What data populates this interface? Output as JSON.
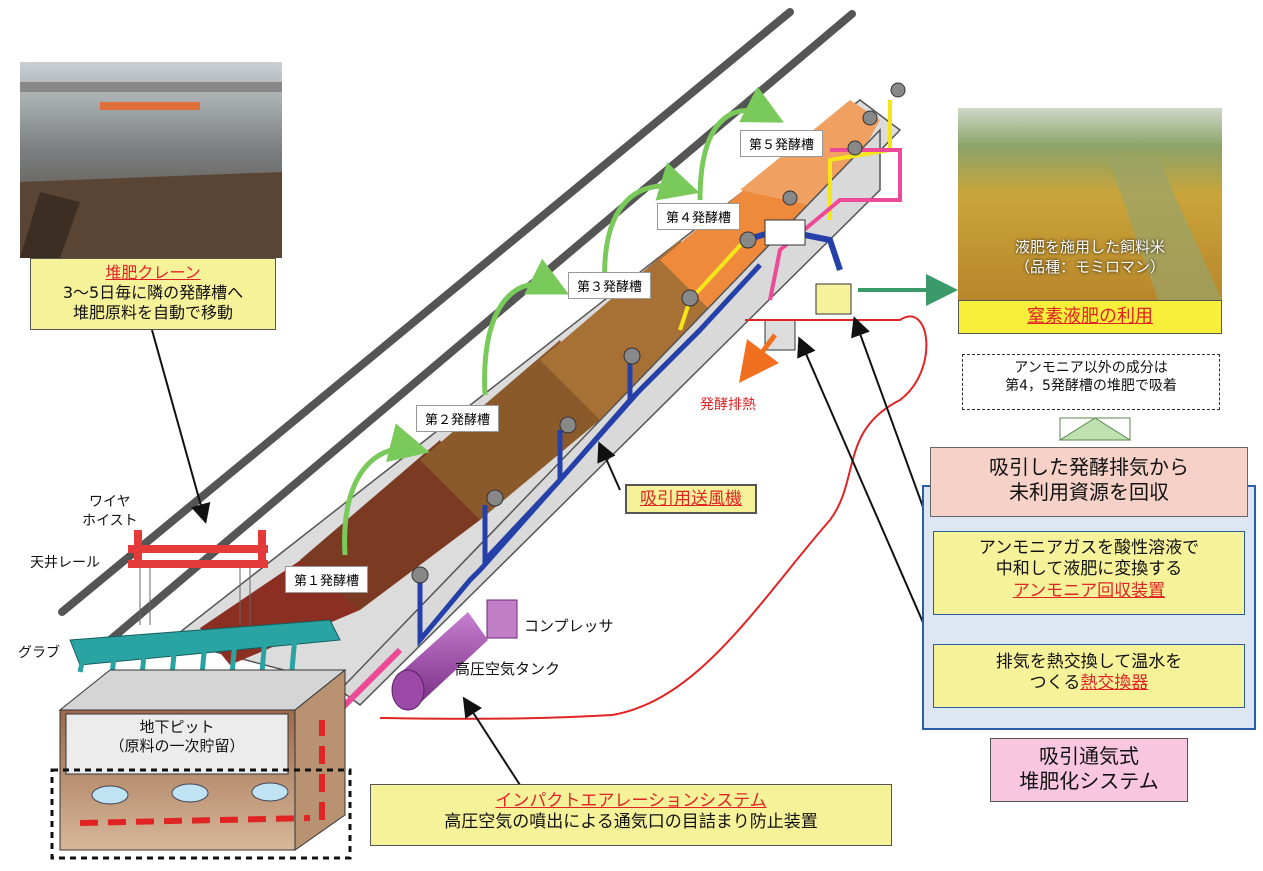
{
  "crane": {
    "title": "堆肥クレーン",
    "line1": "3〜5日毎に隣の発酵槽へ",
    "line2": "堆肥原料を自動で移動"
  },
  "parts": {
    "wire_hoist_1": "ワイヤ",
    "wire_hoist_2": "ホイスト",
    "ceiling_rail": "天井レール",
    "grab": "グラブ",
    "compressor": "コンプレッサ",
    "air_tank": "高圧空気タンク",
    "fermentation_heat": "発酵排熱"
  },
  "tanks": [
    "第１発酵槽",
    "第２発酵槽",
    "第３発酵槽",
    "第４発酵槽",
    "第５発酵槽"
  ],
  "pit": {
    "line1": "地下ピット",
    "line2": "（原料の一次貯留）"
  },
  "blower": "吸引用送風機",
  "impact": {
    "title": "インパクトエアレーションシステム",
    "desc": "高圧空気の噴出による通気口の目詰まり防止装置"
  },
  "photo_rice": {
    "line1": "液肥を施用した飼料米",
    "line2": "（品種：モミロマン）"
  },
  "nitrogen": "窒素液肥の利用",
  "absorb_note": {
    "line1": "アンモニア以外の成分は",
    "line2": "第4，5発酵槽の堆肥で吸着"
  },
  "recover": {
    "line1": "吸引した発酵排気から",
    "line2": "未利用資源を回収"
  },
  "ammonia": {
    "line1": "アンモニアガスを酸性溶液で",
    "line2": "中和して液肥に変換する",
    "name": "アンモニア回収装置"
  },
  "heat": {
    "line1": "排気を熱交換して温水を",
    "line2_prefix": "つくる",
    "name": "熱交換器"
  },
  "system": {
    "line1": "吸引通気式",
    "line2": "堆肥化システム"
  }
}
